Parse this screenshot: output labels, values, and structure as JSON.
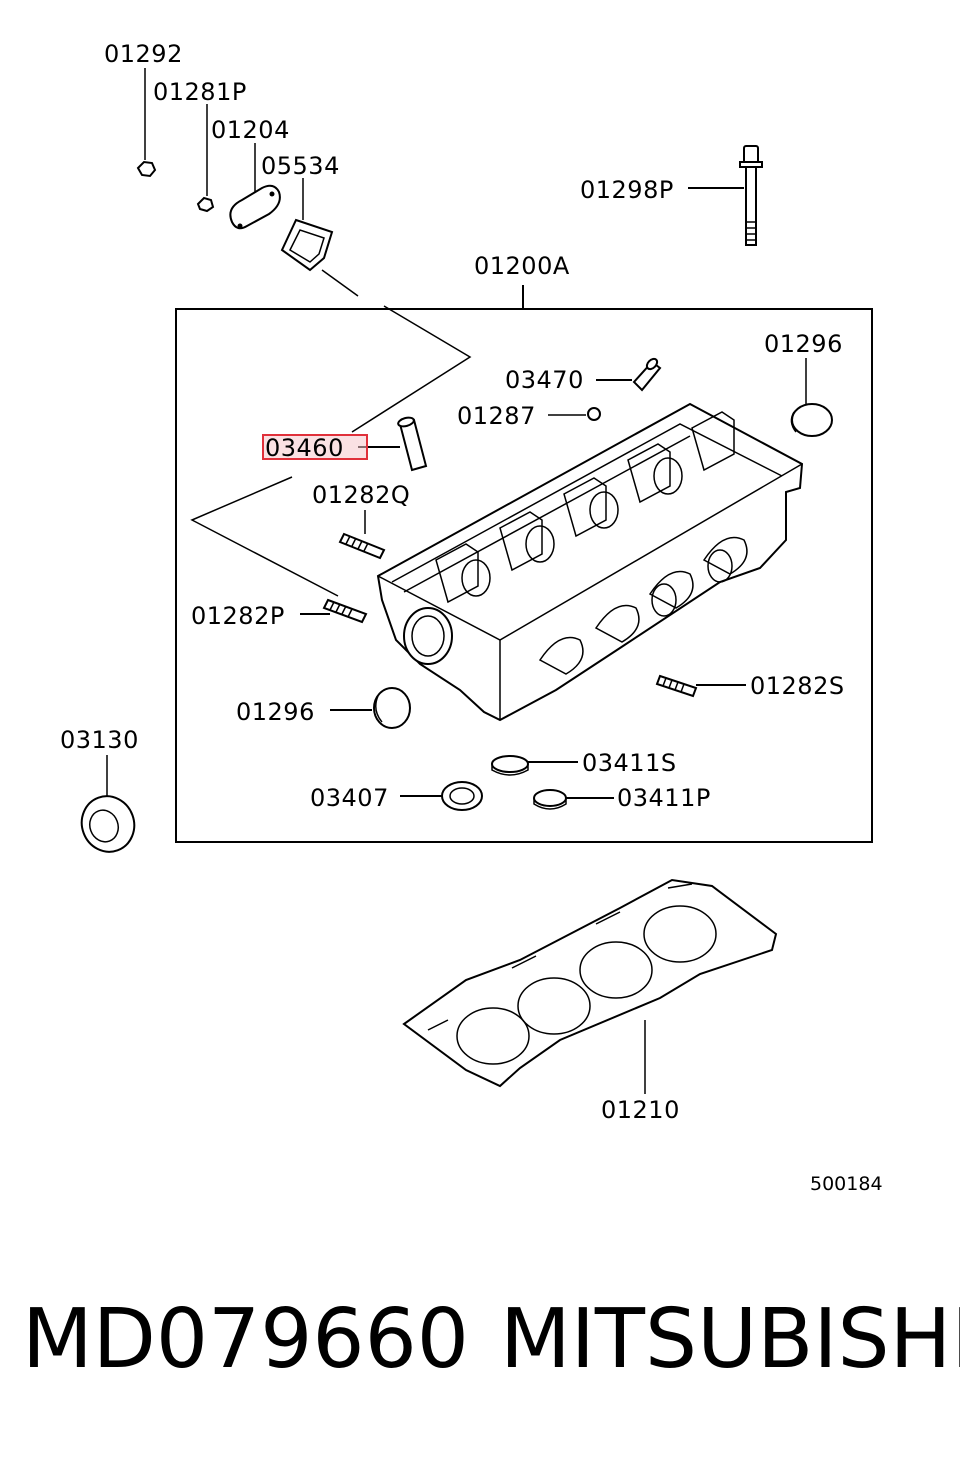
{
  "callouts": {
    "c01292": "01292",
    "c01281P": "01281P",
    "c01204": "01204",
    "c05534": "05534",
    "c01298P": "01298P",
    "c01200A": "01200A",
    "c01296_top": "01296",
    "c03470": "03470",
    "c01287": "01287",
    "c03460": "03460",
    "c01282Q": "01282Q",
    "c01282P": "01282P",
    "c01296_bottom": "01296",
    "c01282S": "01282S",
    "c03130": "03130",
    "c03411S": "03411S",
    "c03407": "03407",
    "c03411P": "03411P",
    "c01210": "01210"
  },
  "highlighted_callout": "03460",
  "highlight_color": "#e0303a",
  "diagram_ref": "500184",
  "footer": {
    "part_number": "MD079660",
    "brand": "MITSUBISHI"
  }
}
